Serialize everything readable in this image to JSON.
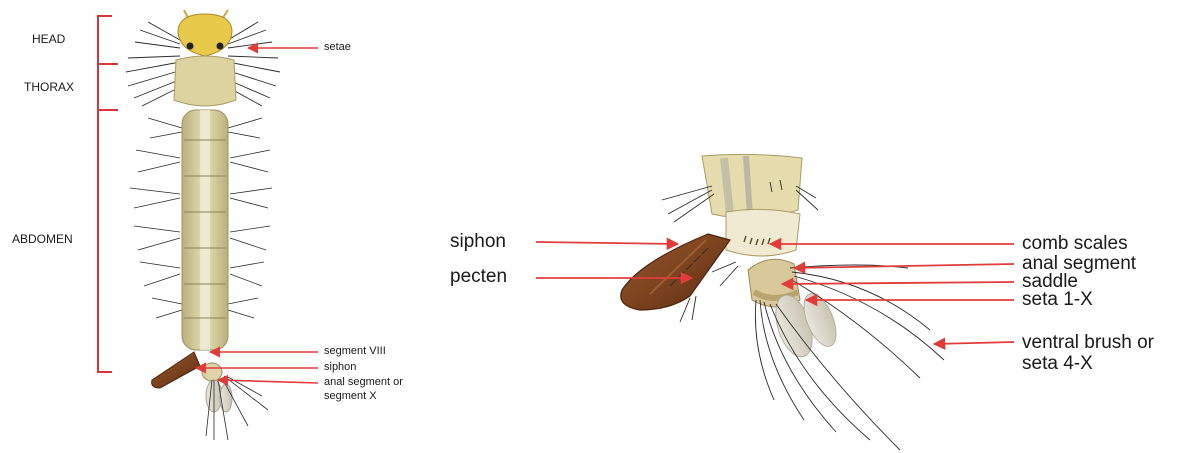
{
  "region_labels": {
    "head": "HEAD",
    "thorax": "THORAX",
    "abdomen": "ABDOMEN"
  },
  "left_callouts": {
    "setae": "setae",
    "segment_viii": "segment VIII",
    "siphon": "siphon",
    "anal_segment_line1": "anal segment or",
    "anal_segment_line2": "segment X"
  },
  "right_callouts": {
    "siphon": "siphon",
    "pecten": "pecten",
    "comb_scales": "comb scales",
    "anal_segment": "anal segment",
    "saddle": "saddle",
    "seta_1x": "seta 1-X",
    "ventral_brush_line1": "ventral brush or",
    "ventral_brush_line2": "seta 4-X"
  },
  "colors": {
    "bracket": "#d9353a",
    "arrow": "#e23b3b",
    "body": "#d8cf9a",
    "head": "#e9c94a",
    "siphon": "#7a3c1c",
    "setae": "#2a2a2a"
  }
}
